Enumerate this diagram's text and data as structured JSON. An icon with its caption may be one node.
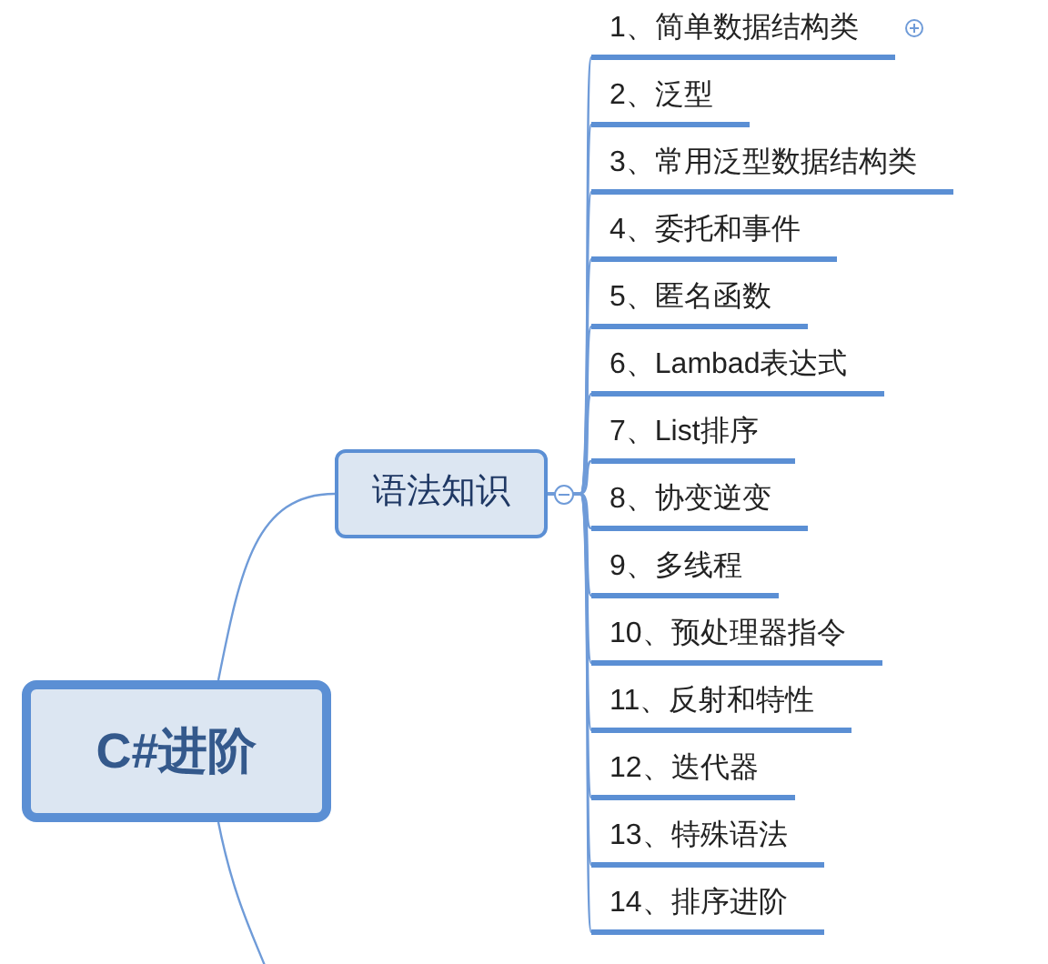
{
  "diagram": {
    "nodes": [
      {
        "text": [
          "C#进阶"
        ]
      },
      {
        "text": [
          "语法知识"
        ]
      },
      {
        "text": [
          "1、简单数据结构类"
        ]
      },
      {
        "text": [
          "2、泛型"
        ]
      },
      {
        "text": [
          "3、常用泛型数据结构类"
        ]
      },
      {
        "text": [
          "4、委托和事件"
        ]
      },
      {
        "text": [
          "5、匿名函数"
        ]
      },
      {
        "text": [
          "6、Lambad表达式"
        ]
      },
      {
        "text": [
          "7、List排序"
        ]
      },
      {
        "text": [
          "8、协变逆变"
        ]
      },
      {
        "text": [
          "9、多线程"
        ]
      },
      {
        "text": [
          "10、预处理器指令"
        ]
      },
      {
        "text": [
          "11、反射和特性"
        ]
      },
      {
        "text": [
          "12、迭代器"
        ]
      },
      {
        "text": [
          "13、特殊语法"
        ]
      },
      {
        "text": [
          "14、排序进阶"
        ]
      }
    ],
    "edges": [
      {
        "from": 0,
        "to": 1,
        "arrow": "none"
      },
      {
        "from": 0,
        "to": null,
        "arrow": "none"
      },
      {
        "from": 1,
        "to": 2,
        "arrow": "none"
      },
      {
        "from": 1,
        "to": 3,
        "arrow": "none"
      },
      {
        "from": 1,
        "to": 4,
        "arrow": "none"
      },
      {
        "from": 1,
        "to": 5,
        "arrow": "none"
      },
      {
        "from": 1,
        "to": 6,
        "arrow": "none"
      },
      {
        "from": 1,
        "to": 7,
        "arrow": "none"
      },
      {
        "from": 1,
        "to": 8,
        "arrow": "none"
      },
      {
        "from": 1,
        "to": 9,
        "arrow": "none"
      },
      {
        "from": 1,
        "to": 10,
        "arrow": "none"
      },
      {
        "from": 1,
        "to": 11,
        "arrow": "none"
      },
      {
        "from": 1,
        "to": 12,
        "arrow": "none"
      },
      {
        "from": 1,
        "to": 13,
        "arrow": "none"
      },
      {
        "from": 1,
        "to": 14,
        "arrow": "none"
      },
      {
        "from": 1,
        "to": 15,
        "arrow": "none"
      }
    ]
  }
}
